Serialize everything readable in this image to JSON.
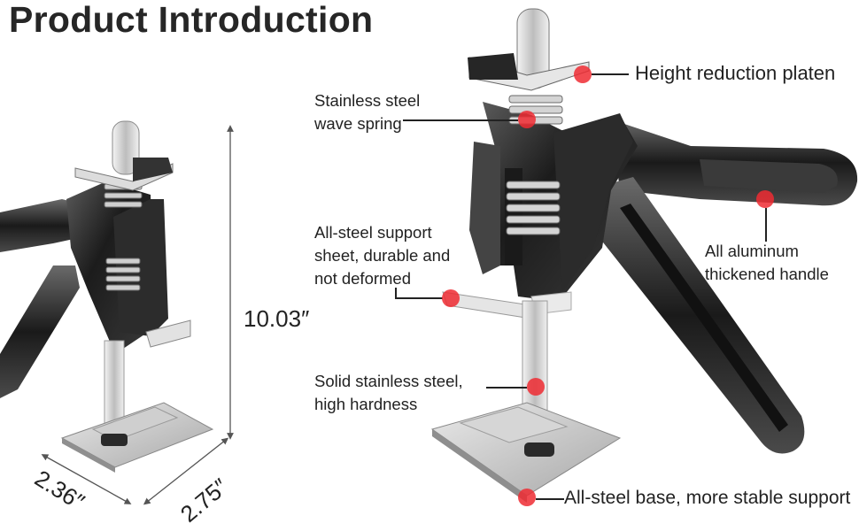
{
  "title": "Product Introduction",
  "dimensions": {
    "height": "10.03″",
    "width": "2.36″",
    "depth": "2.75″"
  },
  "callouts": [
    {
      "id": "height-reduction-platen",
      "lines": [
        "Height reduction platen"
      ]
    },
    {
      "id": "wave-spring",
      "lines": [
        "Stainless steel",
        "wave spring"
      ]
    },
    {
      "id": "support-sheet",
      "lines": [
        "All-steel support",
        "sheet, durable and",
        "not deformed"
      ]
    },
    {
      "id": "aluminum-handle",
      "lines": [
        "All aluminum",
        "thickened handle"
      ]
    },
    {
      "id": "stainless-rod",
      "lines": [
        "Solid stainless steel,",
        "high hardness"
      ]
    },
    {
      "id": "steel-base",
      "lines": [
        "All-steel base, more stable support"
      ]
    }
  ],
  "colors": {
    "marker": "#ee2b33",
    "text": "#222222",
    "body_dark": "#1e1e1e",
    "metal_light": "#d9d9d9"
  }
}
